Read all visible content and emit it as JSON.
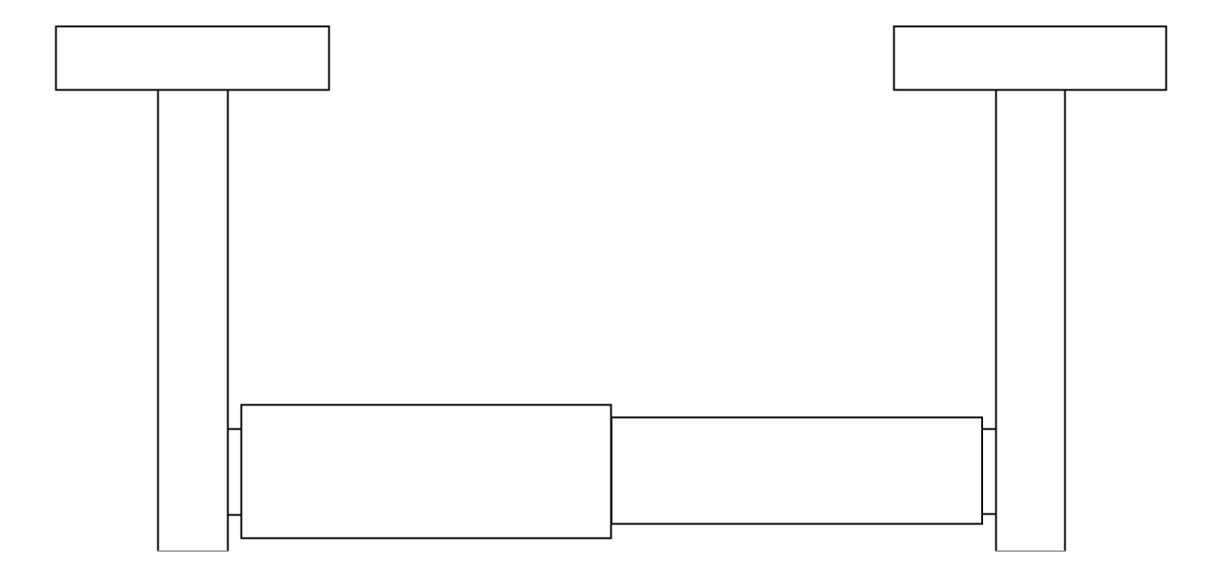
{
  "diagram": {
    "type": "line-drawing",
    "stroke_color": "#000000",
    "fill_color": "#ffffff",
    "parts": [
      {
        "name": "left-top-plate"
      },
      {
        "name": "left-post"
      },
      {
        "name": "left-box"
      },
      {
        "name": "middle-box"
      },
      {
        "name": "right-post"
      },
      {
        "name": "right-top-plate"
      }
    ]
  }
}
